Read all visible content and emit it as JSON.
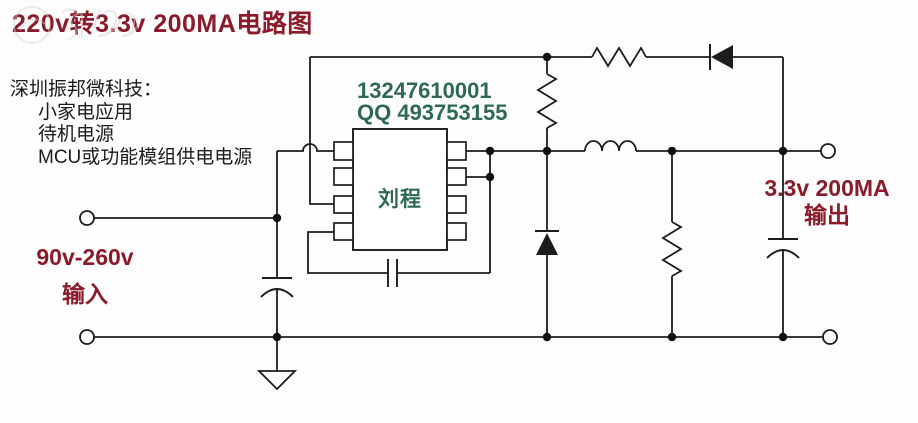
{
  "title": "220v转3.3v 200MA电路图",
  "company": {
    "name": "深圳振邦微科技：",
    "applications": [
      "小家电应用",
      "待机电源",
      "MCU或功能模组供电电源"
    ]
  },
  "contact": {
    "phone": "13247610001",
    "qq": "QQ 493753155"
  },
  "ic": {
    "label": "刘程"
  },
  "input_label": {
    "line1": "90v-260v",
    "line2": "输入"
  },
  "output_label": {
    "line1": "3.3v 200MA",
    "line2": "输出"
  },
  "colors": {
    "accent_red": "#8a1b2a",
    "accent_green": "#2e6a52",
    "wire": "#1c1c1c",
    "background": "#fdfdfd"
  },
  "components": [
    "ic-8pin",
    "input-terminal-top",
    "input-terminal-bottom",
    "output-terminal-top",
    "output-terminal-bottom",
    "startup-resistor",
    "feedback-resistor-top",
    "load-resistor",
    "rectifier-diode",
    "freewheel-diode",
    "inductor",
    "input-capacitor",
    "bypass-capacitor",
    "output-capacitor",
    "ground-symbol",
    "wire-hop"
  ]
}
